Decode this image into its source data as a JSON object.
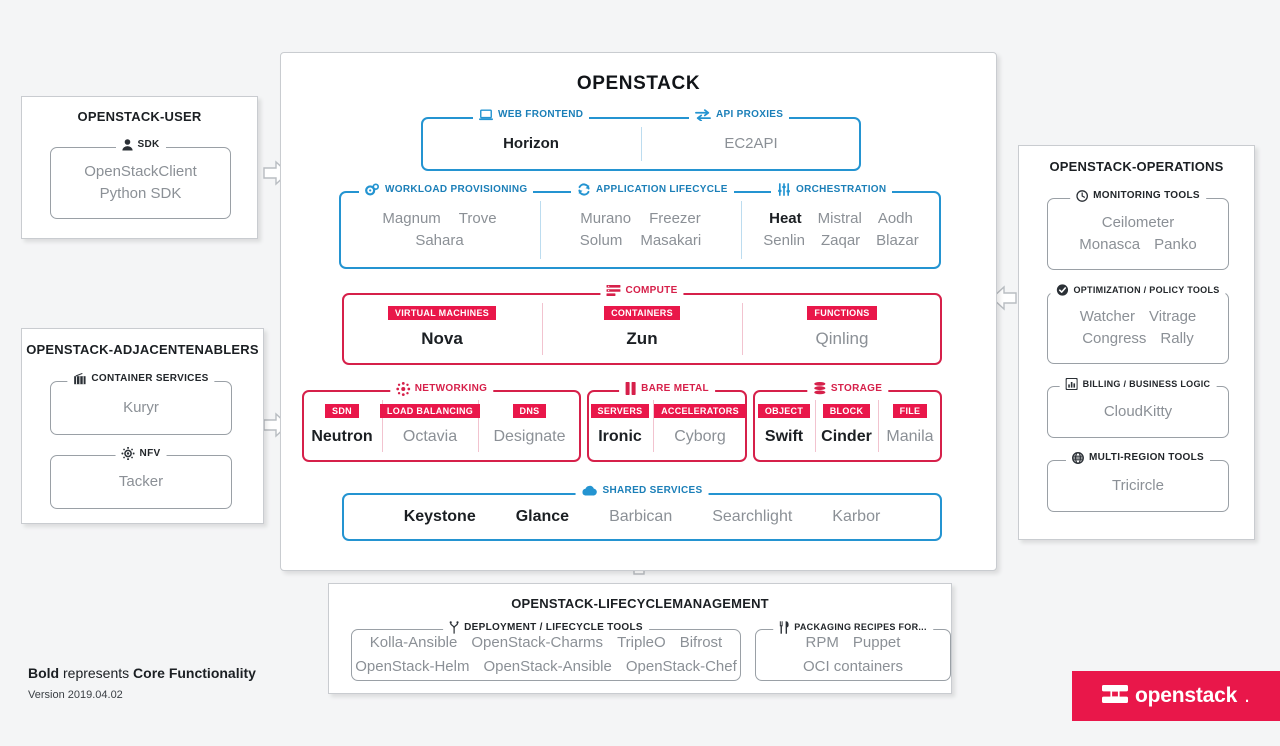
{
  "main": {
    "title": "OPENSTACK",
    "groups": {
      "web_frontend": {
        "label": "WEB FRONTEND",
        "icon": "laptop-icon",
        "items": [
          {
            "name": "Horizon",
            "core": true
          }
        ]
      },
      "api_proxies": {
        "label": "API PROXIES",
        "icon": "exchange-arrows-icon",
        "items": [
          {
            "name": "EC2API",
            "core": false
          }
        ]
      },
      "workload_provisioning": {
        "label": "WORKLOAD PROVISIONING",
        "icon": "gears-icon",
        "rows": [
          [
            "Magnum",
            "Trove"
          ],
          [
            "Sahara"
          ]
        ],
        "core": []
      },
      "application_lifecycle": {
        "label": "APPLICATION LIFECYCLE",
        "icon": "refresh-cycle-icon",
        "rows": [
          [
            "Murano",
            "Freezer"
          ],
          [
            "Solum",
            "Masakari"
          ]
        ],
        "core": []
      },
      "orchestration": {
        "label": "ORCHESTRATION",
        "icon": "sliders-icon",
        "rows": [
          [
            "Heat",
            "Mistral",
            "Aodh"
          ],
          [
            "Senlin",
            "Zaqar",
            "Blazar"
          ]
        ],
        "core": [
          "Heat"
        ]
      },
      "compute": {
        "label": "COMPUTE",
        "icon": "server-stack-icon",
        "columns": [
          {
            "tag": "VIRTUAL MACHINES",
            "name": "Nova",
            "core": true
          },
          {
            "tag": "CONTAINERS",
            "name": "Zun",
            "core": true
          },
          {
            "tag": "FUNCTIONS",
            "name": "Qinling",
            "core": false
          }
        ]
      },
      "networking": {
        "label": "NETWORKING",
        "icon": "network-nodes-icon",
        "columns": [
          {
            "tag": "SDN",
            "name": "Neutron",
            "core": true
          },
          {
            "tag": "LOAD BALANCING",
            "name": "Octavia",
            "core": false
          },
          {
            "tag": "DNS",
            "name": "Designate",
            "core": false
          }
        ]
      },
      "bare_metal": {
        "label": "BARE METAL",
        "icon": "server-bars-icon",
        "columns": [
          {
            "tag": "SERVERS",
            "name": "Ironic",
            "core": true
          },
          {
            "tag": "ACCELERATORS",
            "name": "Cyborg",
            "core": false
          }
        ]
      },
      "storage": {
        "label": "STORAGE",
        "icon": "database-icon",
        "columns": [
          {
            "tag": "OBJECT",
            "name": "Swift",
            "core": true
          },
          {
            "tag": "BLOCK",
            "name": "Cinder",
            "core": true
          },
          {
            "tag": "FILE",
            "name": "Manila",
            "core": false
          }
        ]
      },
      "shared_services": {
        "label": "SHARED SERVICES",
        "icon": "cloud-icon",
        "items": [
          {
            "name": "Keystone",
            "core": true
          },
          {
            "name": "Glance",
            "core": true
          },
          {
            "name": "Barbican",
            "core": false
          },
          {
            "name": "Searchlight",
            "core": false
          },
          {
            "name": "Karbor",
            "core": false
          }
        ]
      }
    }
  },
  "user_panel": {
    "title": "OPENSTACK-USER",
    "group": {
      "label": "SDK",
      "icon": "user-icon",
      "rows": [
        [
          "OpenStackClient"
        ],
        [
          "Python SDK"
        ]
      ]
    }
  },
  "adjacent_panel": {
    "title": "OPENSTACK-ADJACENTENABLERS",
    "groups": [
      {
        "label": "CONTAINER SERVICES",
        "icon": "container-icon",
        "rows": [
          [
            "Kuryr"
          ]
        ]
      },
      {
        "label": "NFV",
        "icon": "nfv-hub-icon",
        "rows": [
          [
            "Tacker"
          ]
        ]
      }
    ]
  },
  "operations_panel": {
    "title": "OPENSTACK-OPERATIONS",
    "groups": [
      {
        "label": "MONITORING TOOLS",
        "icon": "clock-icon",
        "rows": [
          [
            "Ceilometer"
          ],
          [
            "Monasca",
            "Panko"
          ]
        ]
      },
      {
        "label": "OPTIMIZATION / POLICY TOOLS",
        "icon": "check-circle-icon",
        "rows": [
          [
            "Watcher",
            "Vitrage"
          ],
          [
            "Congress",
            "Rally"
          ]
        ]
      },
      {
        "label": "BILLING / BUSINESS LOGIC",
        "icon": "bar-chart-icon",
        "rows": [
          [
            "CloudKitty"
          ]
        ]
      },
      {
        "label": "MULTI-REGION TOOLS",
        "icon": "globe-icon",
        "rows": [
          [
            "Tricircle"
          ]
        ]
      }
    ]
  },
  "lifecycle_panel": {
    "title": "OPENSTACK-LIFECYCLEMANAGEMENT",
    "groups": [
      {
        "label": "DEPLOYMENT / LIFECYCLE TOOLS",
        "icon": "fork-branch-icon",
        "rows": [
          [
            "Kolla-Ansible",
            "OpenStack-Charms",
            "TripleO",
            "Bifrost"
          ],
          [
            "OpenStack-Helm",
            "OpenStack-Ansible",
            "OpenStack-Chef"
          ]
        ]
      },
      {
        "label": "PACKAGING RECIPES FOR...",
        "icon": "fork-knife-icon",
        "rows": [
          [
            "RPM",
            "Puppet"
          ],
          [
            "OCI containers"
          ]
        ]
      }
    ]
  },
  "footer": {
    "legend_bold_1": "Bold",
    "legend_mid": " represents ",
    "legend_bold_2": "Core Functionality",
    "version": "Version 2019.04.02",
    "logo_text": "openstack",
    "logo_dot": "."
  },
  "colors": {
    "red": "#e9174a",
    "red_border": "#d6204a",
    "blue": "#2494d1",
    "blue_label": "#1b7fb8",
    "grey_border": "#9aa0a6",
    "core_text": "#1b1f23",
    "noncore_text": "#8b9096",
    "background": "#f4f5f6"
  }
}
